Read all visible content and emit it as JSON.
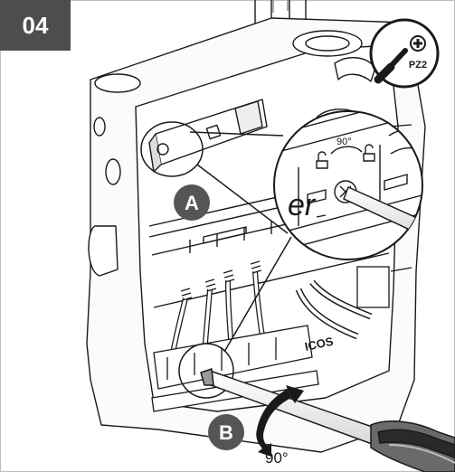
{
  "step": {
    "number": "04"
  },
  "tool": {
    "label": "PZ2",
    "icon": "phillips-screwdriver-icon"
  },
  "callouts": {
    "a": "A",
    "b": "B"
  },
  "rotation": {
    "angle_label": "90°"
  },
  "magnifier": {
    "angle_label": "90°",
    "brand_fragment": "er"
  },
  "device": {
    "brand_text": "ICOS"
  },
  "colors": {
    "badge": "#4d4d4d",
    "callout": "#555555",
    "line": "#1a1a1a"
  }
}
